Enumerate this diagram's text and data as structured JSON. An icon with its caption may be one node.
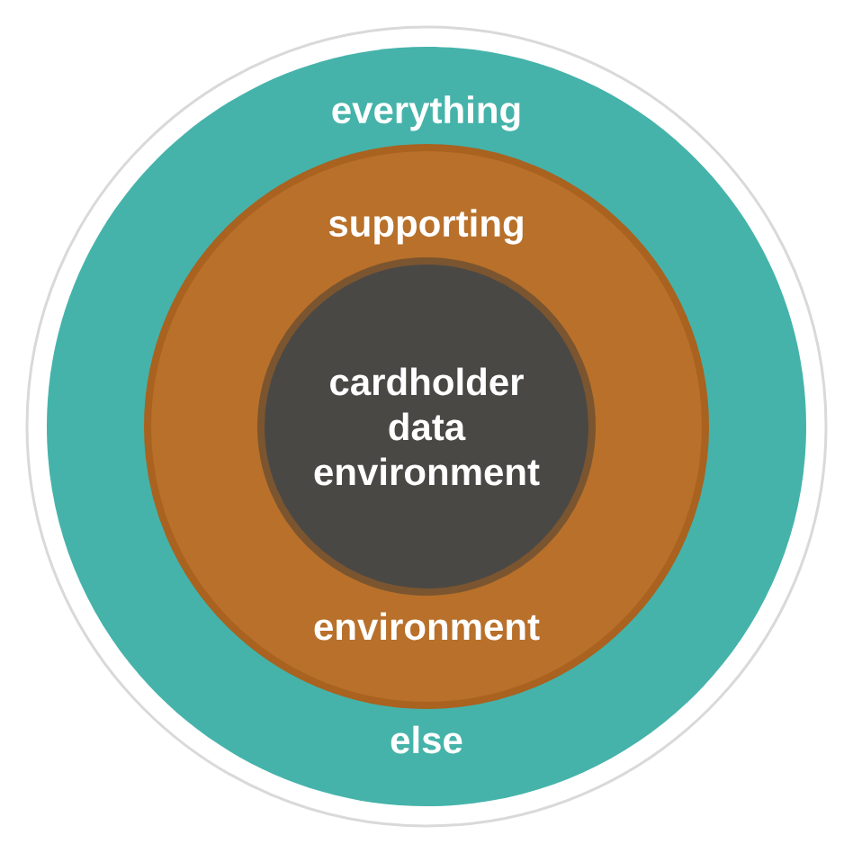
{
  "diagram": {
    "nodes": [
      {
        "text": [
          "everything",
          "else"
        ]
      },
      {
        "text": [
          "supporting",
          "environment"
        ],
        "in": 0
      },
      {
        "text": [
          "cardholder data environment"
        ],
        "in": 1
      }
    ]
  }
}
